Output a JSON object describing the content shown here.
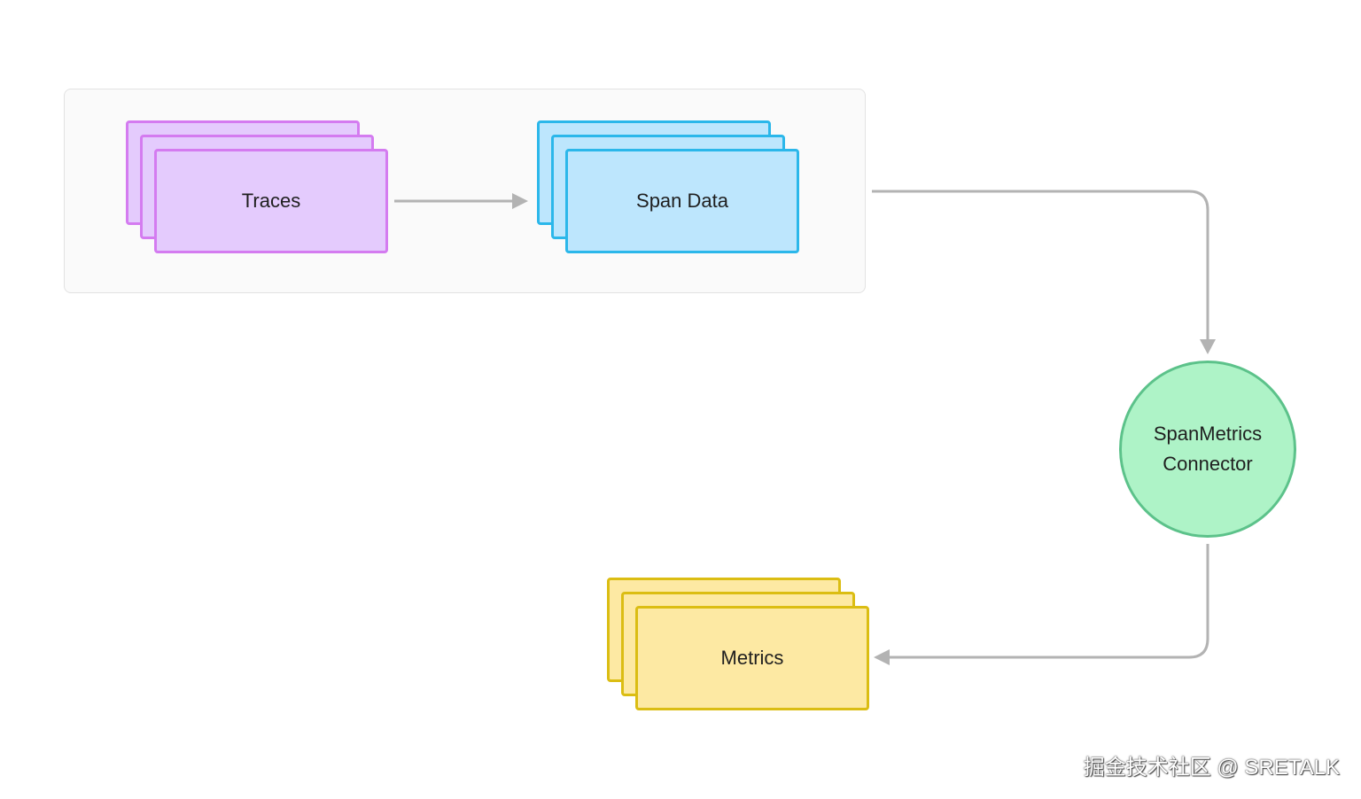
{
  "nodes": {
    "traces": {
      "label": "Traces",
      "color": "#e4cbfd",
      "border": "#d47bf0"
    },
    "span_data": {
      "label": "Span Data",
      "color": "#bde6fd",
      "border": "#2bb7ea"
    },
    "connector": {
      "line1": "SpanMetrics",
      "line2": "Connector",
      "color": "#aef3c7",
      "border": "#5cc28a"
    },
    "metrics": {
      "label": "Metrics",
      "color": "#fde9a3",
      "border": "#dbbd13"
    }
  },
  "edges": [
    {
      "from": "traces",
      "to": "span_data"
    },
    {
      "from": "span_data",
      "to": "connector"
    },
    {
      "from": "connector",
      "to": "metrics"
    }
  ],
  "watermark": "掘金技术社区 @ SRETALK"
}
